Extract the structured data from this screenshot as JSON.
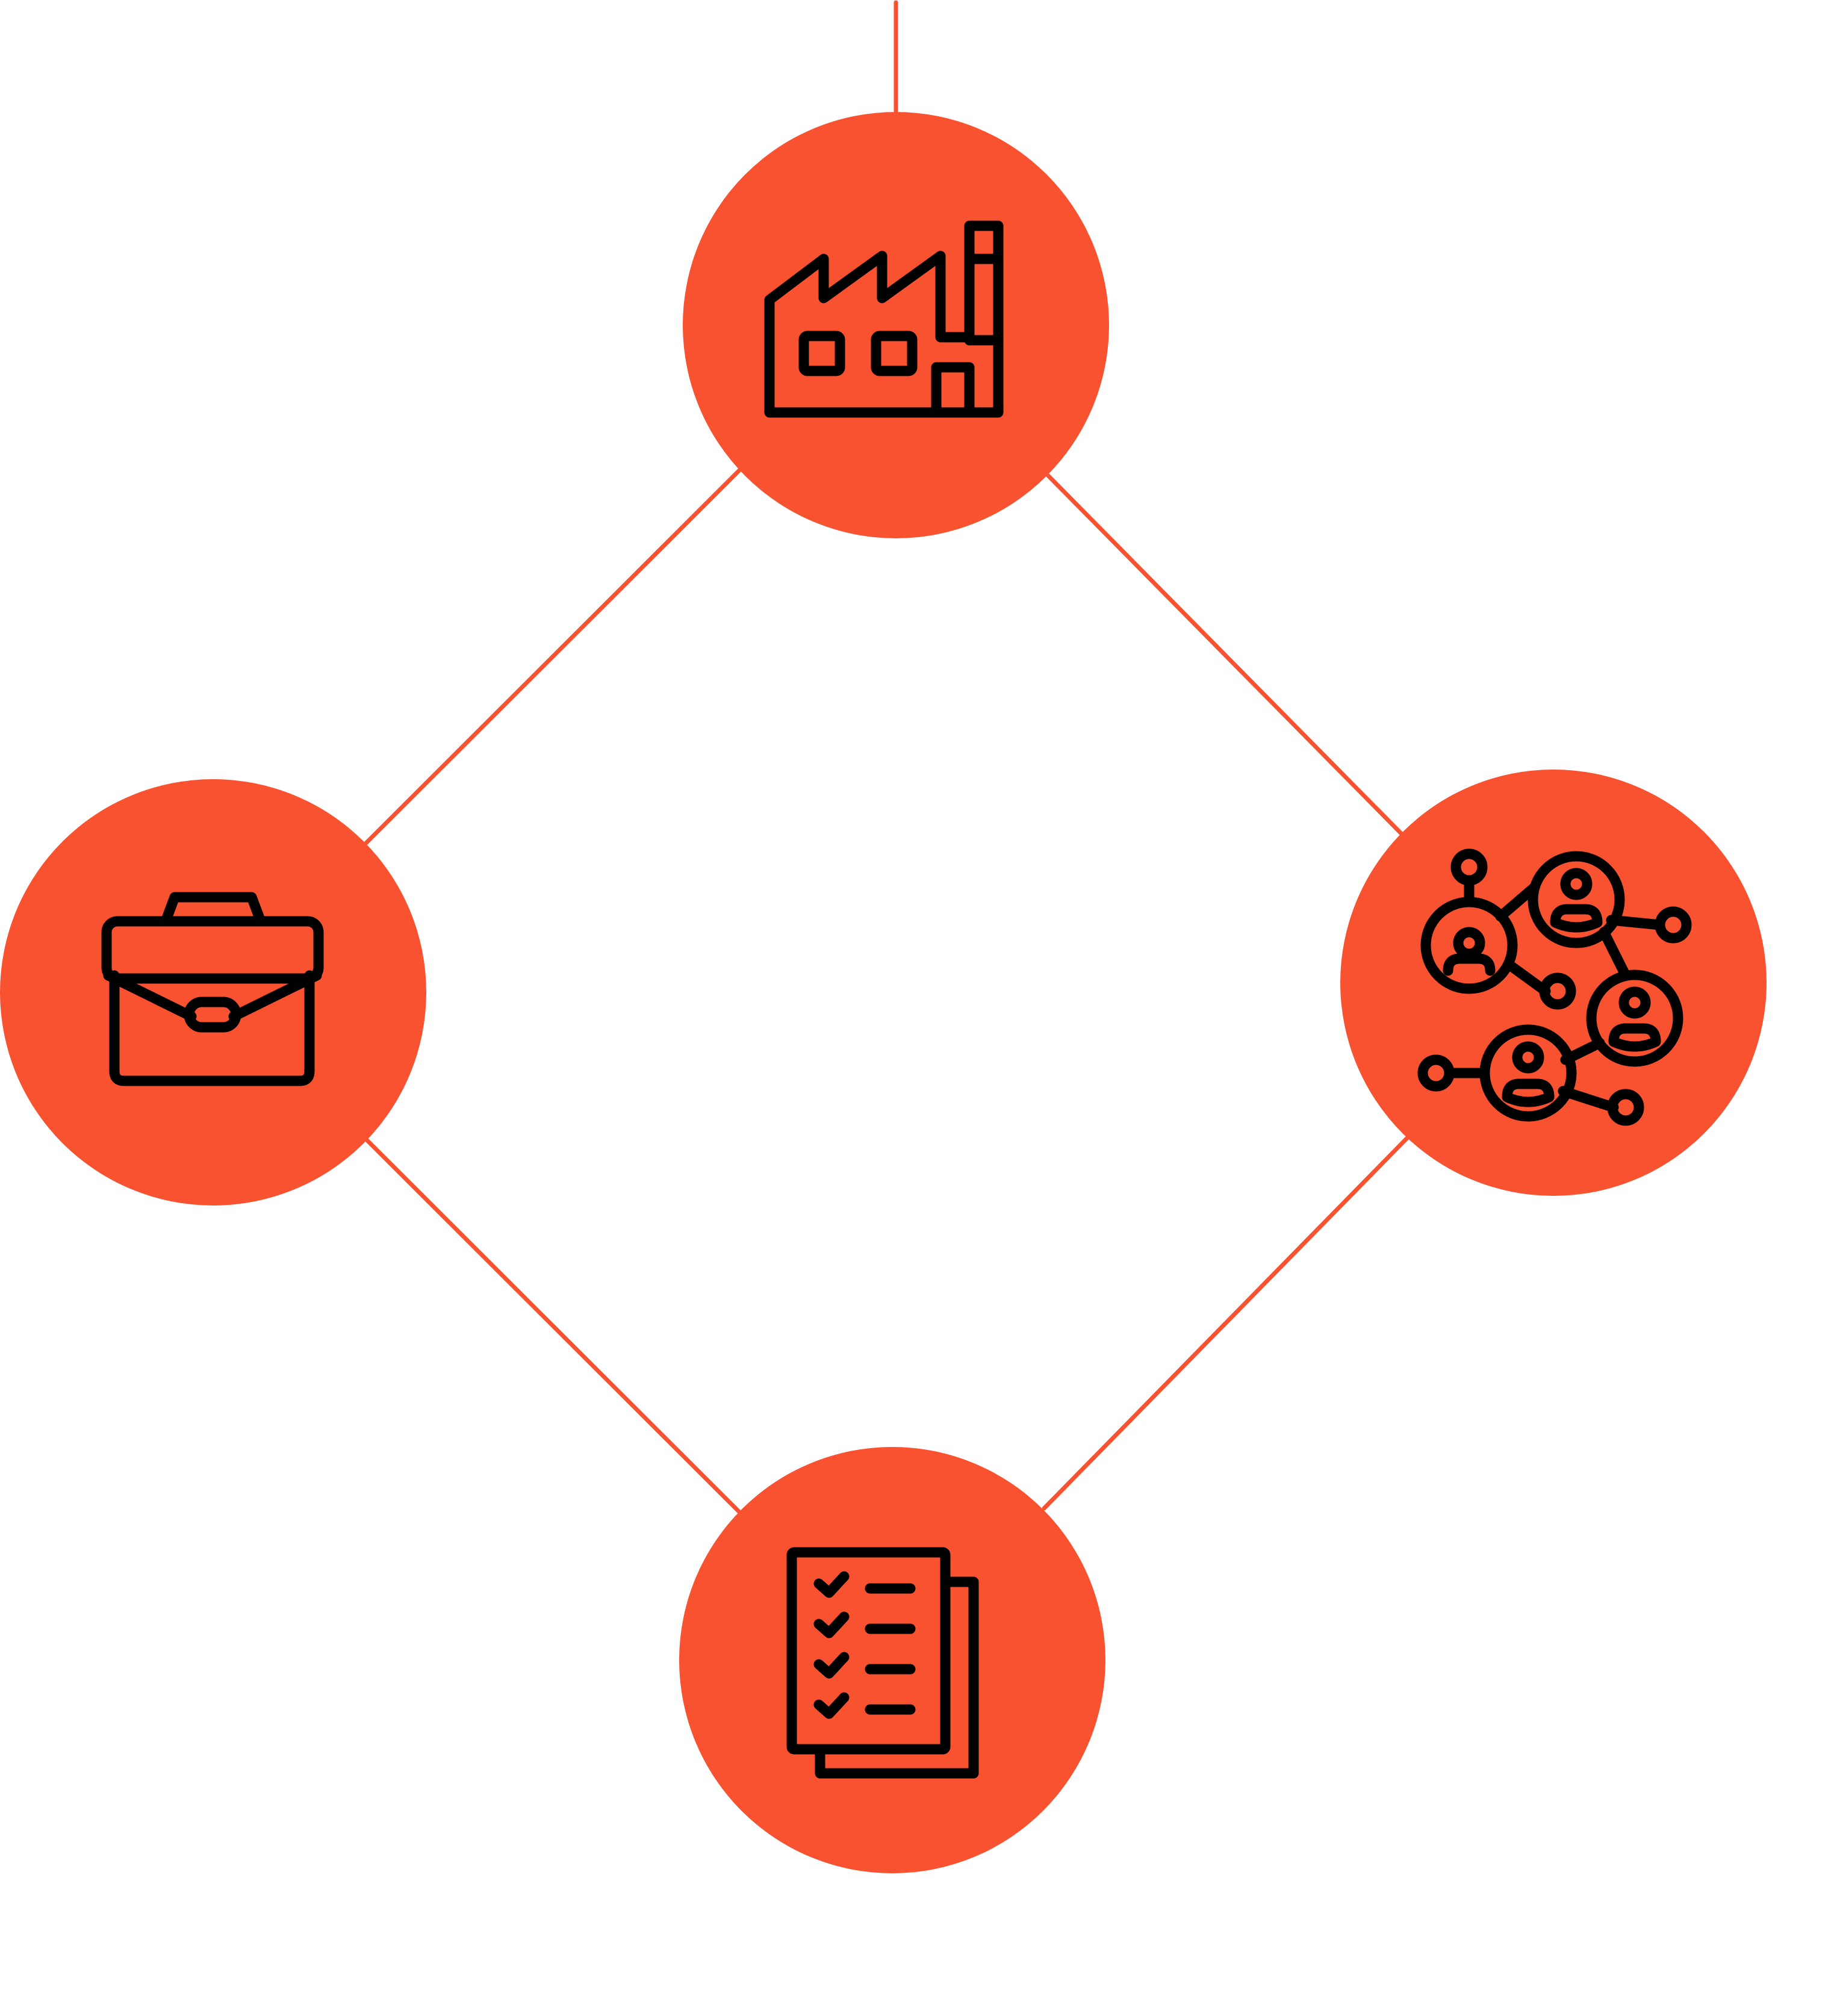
{
  "diagram": {
    "type": "network-diamond",
    "colors": {
      "node_fill": "#F85230",
      "connector": "#F85230",
      "icon_stroke": "#000000",
      "background": "#FFFFFF"
    },
    "nodes": [
      {
        "id": "top",
        "icon": "factory-icon"
      },
      {
        "id": "left",
        "icon": "briefcase-icon"
      },
      {
        "id": "right",
        "icon": "people-network-icon"
      },
      {
        "id": "bottom",
        "icon": "checklist-documents-icon"
      }
    ],
    "connections": [
      {
        "from": "incoming",
        "to": "top"
      },
      {
        "from": "top",
        "to": "left"
      },
      {
        "from": "top",
        "to": "right"
      },
      {
        "from": "left",
        "to": "bottom"
      },
      {
        "from": "right",
        "to": "bottom"
      }
    ]
  }
}
